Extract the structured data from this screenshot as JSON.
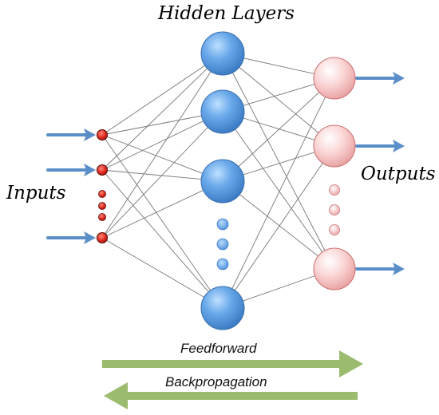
{
  "labels": {
    "hidden_layers": "Hidden Layers",
    "inputs": "Inputs",
    "outputs": "Outputs",
    "feedforward": "Feedforward",
    "backpropagation": "Backpropagation"
  },
  "network": {
    "input_nodes": 3,
    "input_ellipsis_dots": 3,
    "hidden_nodes": 4,
    "hidden_ellipsis_dots": 3,
    "output_nodes": 3,
    "output_ellipsis_dots": 3
  },
  "colors": {
    "input_node": "#e0302a",
    "hidden_node": "#5b9be0",
    "output_node": "#f8c8c8",
    "arrow_blue": "#5a8ec8",
    "arrow_green": "#9bbb6e",
    "connection": "#777777"
  }
}
